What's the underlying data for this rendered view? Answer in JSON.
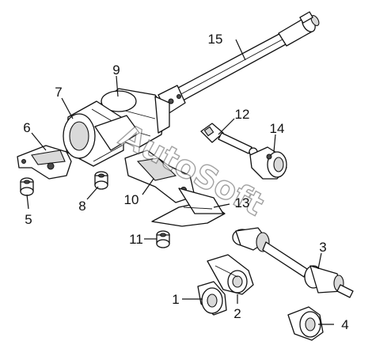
{
  "diagram": {
    "callouts": [
      {
        "id": "c1",
        "label": "1"
      },
      {
        "id": "c2",
        "label": "2"
      },
      {
        "id": "c3",
        "label": "3"
      },
      {
        "id": "c4",
        "label": "4"
      },
      {
        "id": "c5",
        "label": "5"
      },
      {
        "id": "c6",
        "label": "6"
      },
      {
        "id": "c7",
        "label": "7"
      },
      {
        "id": "c8",
        "label": "8"
      },
      {
        "id": "c9",
        "label": "9"
      },
      {
        "id": "c10",
        "label": "10"
      },
      {
        "id": "c11",
        "label": "11"
      },
      {
        "id": "c12",
        "label": "12"
      },
      {
        "id": "c13",
        "label": "13"
      },
      {
        "id": "c14",
        "label": "14"
      },
      {
        "id": "c15",
        "label": "15"
      }
    ]
  },
  "watermark": {
    "text": "AutoSoft"
  }
}
